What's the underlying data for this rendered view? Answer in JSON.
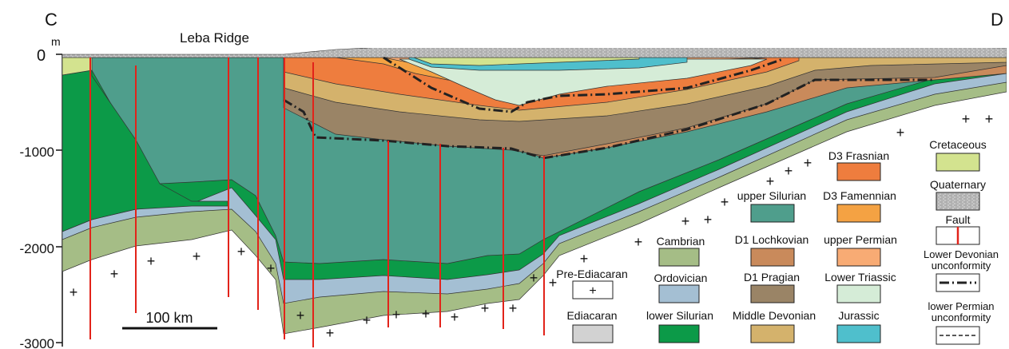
{
  "section": {
    "start_label": "C",
    "end_label": "D",
    "unit_label": "m",
    "place_label": "Leba Ridge",
    "depth_ticks": [
      "0",
      "-1000",
      "-2000",
      "-3000"
    ],
    "scale_bar_label": "100 km"
  },
  "legend": [
    {
      "label": "Pre-Ediacaran",
      "symbol": "plus"
    },
    {
      "label": "Ediacaran",
      "color": "#d2d2d2"
    },
    {
      "label": "Cambrian",
      "color": "#a5bd86"
    },
    {
      "label": "Ordovician",
      "color": "#a4bfd3"
    },
    {
      "label": "lower Silurian",
      "color": "#0c9a48"
    },
    {
      "label": "upper Silurian",
      "color": "#4f9e8c"
    },
    {
      "label": "D1 Lochkovian",
      "color": "#c98a5b"
    },
    {
      "label": "D1 Pragian",
      "color": "#9a8466"
    },
    {
      "label": "Middle Devonian",
      "color": "#d4b26c"
    },
    {
      "label": "D3 Frasnian",
      "color": "#ee7d3e"
    },
    {
      "label": "D3 Famennian",
      "color": "#f4a243"
    },
    {
      "label": "upper Permian",
      "color": "#f8ab74"
    },
    {
      "label": "Lower Triassic",
      "color": "#d5ecd7"
    },
    {
      "label": "Jurassic",
      "color": "#4fbfcc"
    },
    {
      "label": "Cretaceous",
      "color": "#d3e38f"
    },
    {
      "label": "Quaternary",
      "symbol": "texture"
    },
    {
      "label": "Fault",
      "symbol": "fault"
    },
    {
      "label": "Lower Devonian unconformity",
      "symbol": "dash-dot"
    },
    {
      "label": "lower Permian unconformity",
      "symbol": "dashed"
    }
  ],
  "colors": {
    "fault": "#e2231a",
    "unconformity": "#222222"
  }
}
